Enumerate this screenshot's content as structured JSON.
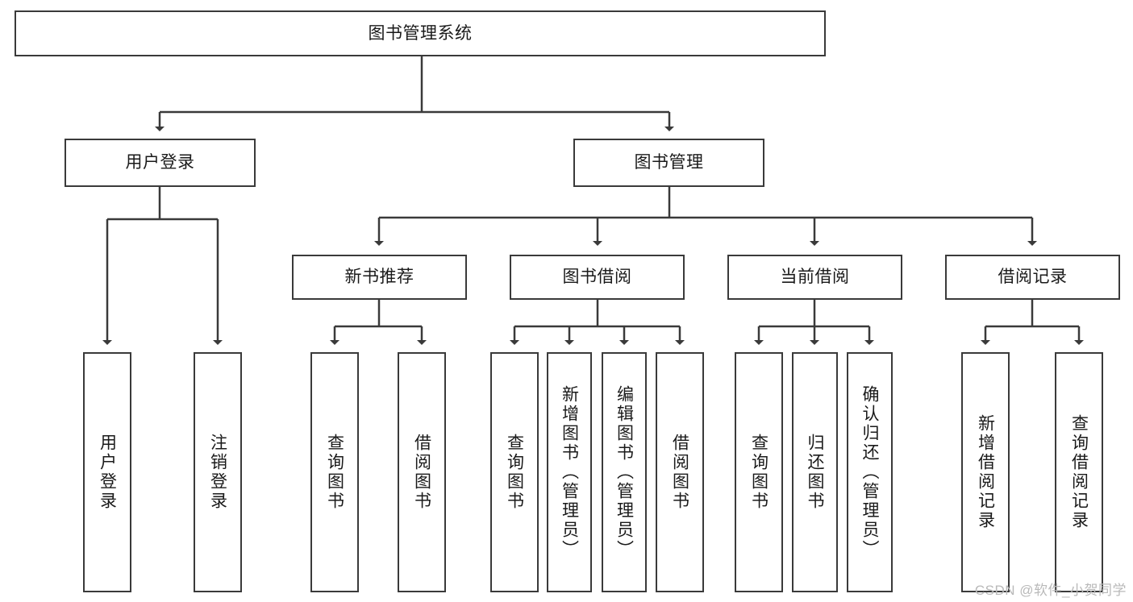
{
  "diagram": {
    "title": "图书管理系统",
    "type": "tree-hierarchy-chart",
    "watermark": "CSDN @软件_小贺同学",
    "colors": {
      "background": "#ffffff",
      "border": "#3a3a3a",
      "text": "#1a1a1a",
      "connector": "#3a3a3a",
      "watermark": "#b9b9b9"
    },
    "nodes": {
      "root": {
        "label": "图书管理系统"
      },
      "level1": [
        {
          "id": "user-login",
          "label": "用户登录"
        },
        {
          "id": "book-management",
          "label": "图书管理"
        }
      ],
      "level2": [
        {
          "id": "new-book-recommend",
          "label": "新书推荐"
        },
        {
          "id": "book-borrow",
          "label": "图书借阅"
        },
        {
          "id": "current-borrow",
          "label": "当前借阅"
        },
        {
          "id": "borrow-record",
          "label": "借阅记录"
        }
      ],
      "leaves": {
        "user-login": [
          {
            "id": "leaf-user-login",
            "label": "用户登录"
          },
          {
            "id": "leaf-logout-login",
            "label": "注销登录"
          }
        ],
        "new-book-recommend": [
          {
            "id": "leaf-query-book-1",
            "label": "查询图书"
          },
          {
            "id": "leaf-borrow-book-1",
            "label": "借阅图书"
          }
        ],
        "book-borrow": [
          {
            "id": "leaf-query-book-2",
            "label": "查询图书"
          },
          {
            "id": "leaf-add-book",
            "label": "新增图书（管理员）"
          },
          {
            "id": "leaf-edit-book",
            "label": "编辑图书（管理员）"
          },
          {
            "id": "leaf-borrow-book-2",
            "label": "借阅图书"
          }
        ],
        "current-borrow": [
          {
            "id": "leaf-query-book-3",
            "label": "查询图书"
          },
          {
            "id": "leaf-return-book",
            "label": "归还图书"
          },
          {
            "id": "leaf-confirm-return",
            "label": "确认归还（管理员）"
          }
        ],
        "borrow-record": [
          {
            "id": "leaf-add-record",
            "label": "新增借阅记录"
          },
          {
            "id": "leaf-query-record",
            "label": "查询借阅记录"
          }
        ]
      }
    }
  }
}
